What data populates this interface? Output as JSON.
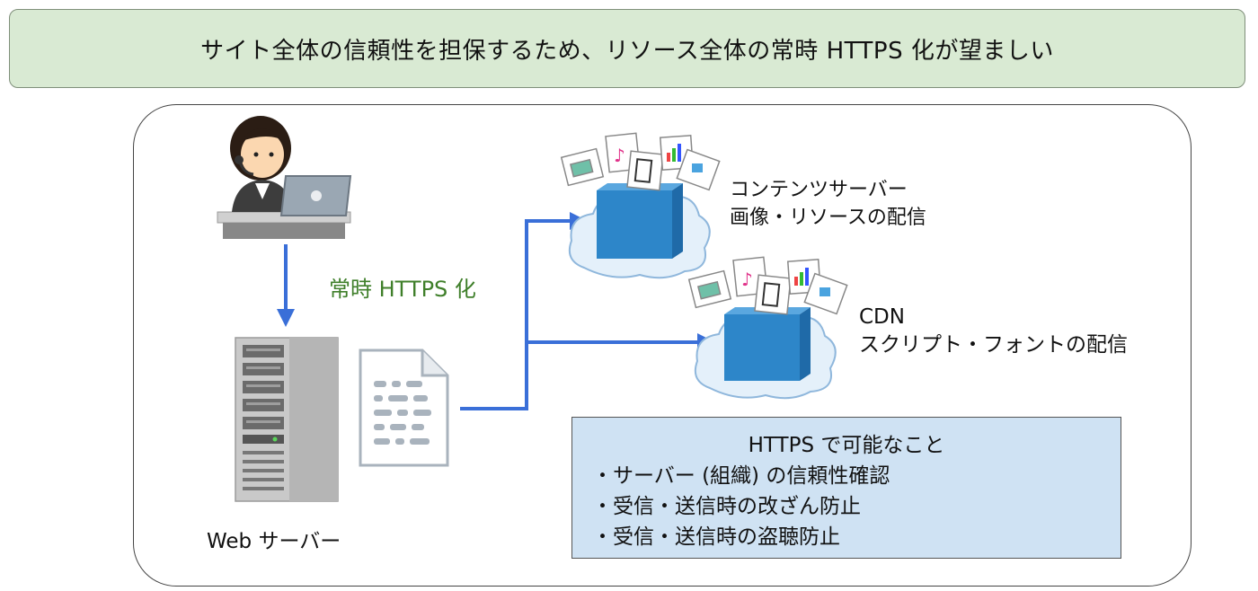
{
  "banner": {
    "text": "サイト全体の信頼性を担保するため、リソース全体の常時 HTTPS 化が望ましい"
  },
  "labels": {
    "https": "常時 HTTPS 化",
    "web_server": "Web サーバー",
    "content_server_title": "コンテンツサーバー",
    "content_server_desc": "画像・リソースの配信",
    "cdn_title": "CDN",
    "cdn_desc": "スクリプト・フォントの配信"
  },
  "info": {
    "title": "HTTPS で可能なこと",
    "items": [
      "・サーバー (組織) の信頼性確認",
      "・受信・送信時の改ざん防止",
      "・受信・送信時の盗聴防止"
    ]
  },
  "colors": {
    "arrow": "#3a6fd8",
    "banner_bg": "#d9ead3",
    "info_bg": "#cfe2f3",
    "https_text": "#3f7f2a",
    "storage_blue": "#2d86c9",
    "cloud": "#e4f0fa"
  }
}
